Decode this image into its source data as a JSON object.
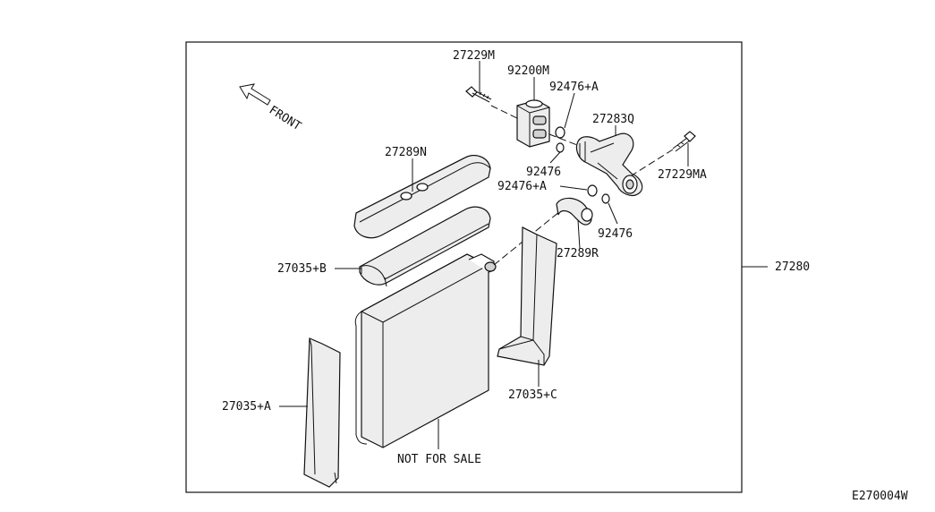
{
  "diagram_code": "E270004W",
  "front_label": "FRONT",
  "note": "NOT FOR SALE",
  "parts": {
    "p27229M": "27229M",
    "p92200M": "92200M",
    "p92476A_top": "92476+A",
    "p27283Q": "27283Q",
    "p27229MA": "27229MA",
    "p92476_mid": "92476",
    "p27289N": "27289N",
    "p92476A_mid": "92476+A",
    "p92476_low": "92476",
    "p27289R": "27289R",
    "p27035B": "27035+B",
    "p27280": "27280",
    "p27035C": "27035+C",
    "p27035A": "27035+A"
  }
}
